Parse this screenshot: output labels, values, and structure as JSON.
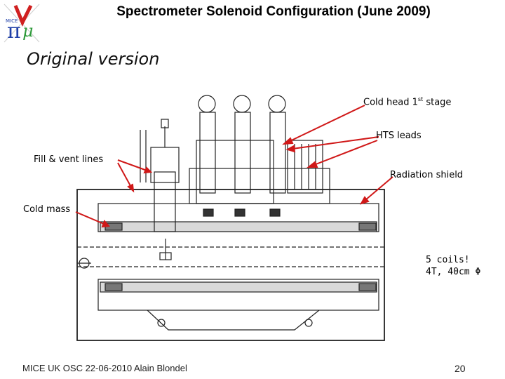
{
  "slide": {
    "title": "Spectrometer Solenoid Configuration (June 2009)",
    "subtitle": "Original version",
    "footer": "MICE UK OSC 22-06-2010 Alain Blondel",
    "page_number": "20"
  },
  "logo": {
    "icon": "mice-logo",
    "text": "MICE",
    "colors": {
      "green": "#2e9a3a",
      "blue": "#1f3fa8",
      "red": "#d02020"
    }
  },
  "callouts": {
    "cold_head_prefix": "Cold head 1",
    "cold_head_sup": "st",
    "cold_head_suffix": " stage",
    "hts_leads": "HTS leads",
    "fill_vent": "Fill & vent lines",
    "radiation_shield": "Radiation shield",
    "cold_mass": "Cold mass",
    "coils_line1": "5 coils!",
    "coils_line2": "4T, 40cm Φ"
  },
  "colors": {
    "arrow": "#d01818",
    "drawing": "#222222"
  }
}
